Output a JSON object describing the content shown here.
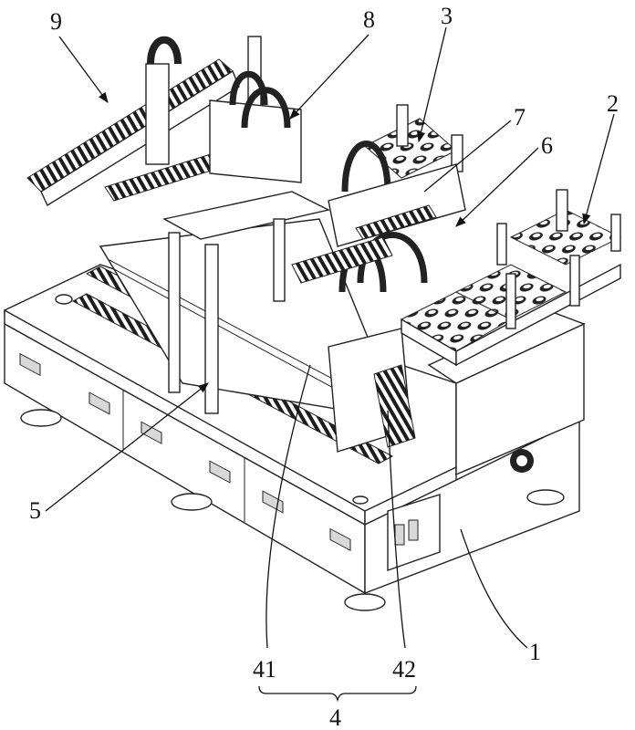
{
  "figure": {
    "type": "patent-drawing",
    "subject": "automated assembly machine, isometric view",
    "labels": [
      {
        "id": "9",
        "text": "9"
      },
      {
        "id": "8",
        "text": "8"
      },
      {
        "id": "3",
        "text": "3"
      },
      {
        "id": "7",
        "text": "7"
      },
      {
        "id": "6",
        "text": "6"
      },
      {
        "id": "2",
        "text": "2"
      },
      {
        "id": "5",
        "text": "5"
      },
      {
        "id": "1",
        "text": "1"
      },
      {
        "id": "41",
        "text": "41"
      },
      {
        "id": "42",
        "text": "42"
      },
      {
        "id": "4",
        "text": "4"
      }
    ]
  }
}
